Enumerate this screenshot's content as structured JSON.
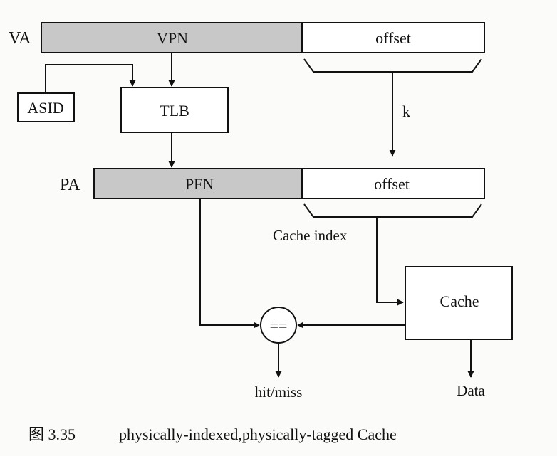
{
  "diagram": {
    "va_label": "VA",
    "vpn_label": "VPN",
    "va_offset_label": "offset",
    "asid_label": "ASID",
    "tlb_label": "TLB",
    "k_label": "k",
    "pa_label": "PA",
    "pfn_label": "PFN",
    "pa_offset_label": "offset",
    "cache_index_label": "Cache index",
    "cache_label": "Cache",
    "compare_label": "==",
    "hit_miss_label": "hit/miss",
    "data_label": "Data"
  },
  "caption": {
    "figure_number": "图 3.35",
    "text": "physically-indexed,physically-tagged Cache"
  },
  "colors": {
    "shaded_field": "#c8c8c8",
    "stroke": "#111111",
    "box_fill": "#ffffff"
  }
}
